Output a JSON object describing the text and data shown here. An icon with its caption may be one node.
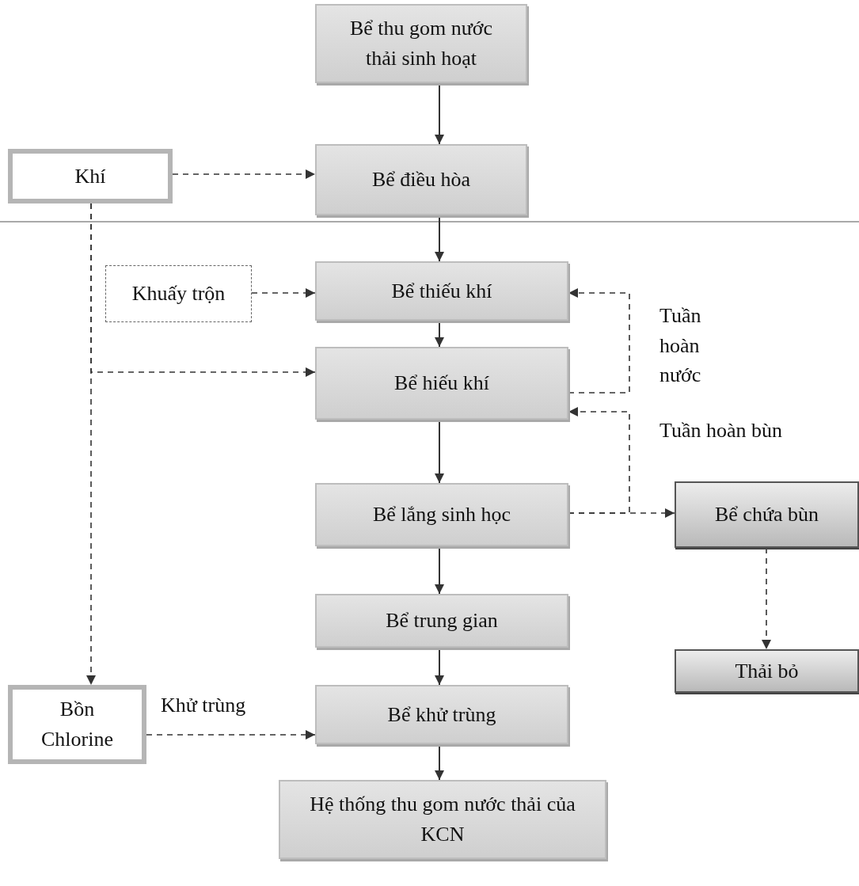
{
  "diagram": {
    "nodes": [
      {
        "text": [
          "Bể thu gom nước thải sinh hoạt"
        ]
      },
      {
        "text": [
          "Bể điều hòa"
        ]
      },
      {
        "text": [
          "Khí"
        ]
      },
      {
        "text": [
          "Khuấy trộn"
        ]
      },
      {
        "text": [
          "Bể thiếu khí"
        ]
      },
      {
        "text": [
          "Bể hiếu khí"
        ]
      },
      {
        "text": [
          "Bể lắng sinh học"
        ]
      },
      {
        "text": [
          "Bể chứa bùn"
        ]
      },
      {
        "text": [
          "Bể trung gian"
        ]
      },
      {
        "text": [
          "Thải bỏ"
        ]
      },
      {
        "text": [
          "Bồn Chlorine"
        ]
      },
      {
        "text": [
          "Bể khử trùng"
        ]
      },
      {
        "text": [
          "Hệ thống thu gom nước thải của KCN"
        ]
      }
    ],
    "edges": [
      {
        "from": 0,
        "to": 1,
        "arrow": "to"
      },
      {
        "from": 2,
        "to": 1,
        "arrow": "to",
        "style": "dashed"
      },
      {
        "from": 1,
        "to": 4,
        "arrow": "to"
      },
      {
        "from": 3,
        "to": 4,
        "arrow": "to",
        "style": "dashed"
      },
      {
        "from": 4,
        "to": 5,
        "arrow": "to"
      },
      {
        "from": 5,
        "to": 6,
        "arrow": "to"
      },
      {
        "from": 6,
        "to": 8,
        "arrow": "to"
      },
      {
        "from": 8,
        "to": 11,
        "arrow": "to"
      },
      {
        "from": 11,
        "to": 12,
        "arrow": "to"
      },
      {
        "from": 2,
        "to": 10,
        "arrow": "to",
        "style": "dashed"
      },
      {
        "from": 2,
        "to": 5,
        "arrow": "to",
        "style": "dashed"
      },
      {
        "from": 5,
        "to": 4,
        "arrow": "to",
        "style": "dashed",
        "label": "Tuần hoàn nước"
      },
      {
        "from": 6,
        "to": 5,
        "arrow": "to",
        "style": "dashed",
        "label": "Tuần hoàn bùn"
      },
      {
        "from": 6,
        "to": 7,
        "arrow": "to",
        "style": "dashed"
      },
      {
        "from": 7,
        "to": 9,
        "arrow": "to",
        "style": "dashed"
      },
      {
        "from": 10,
        "to": 11,
        "arrow": "to",
        "style": "dashed",
        "label": "Khử trùng"
      }
    ]
  }
}
